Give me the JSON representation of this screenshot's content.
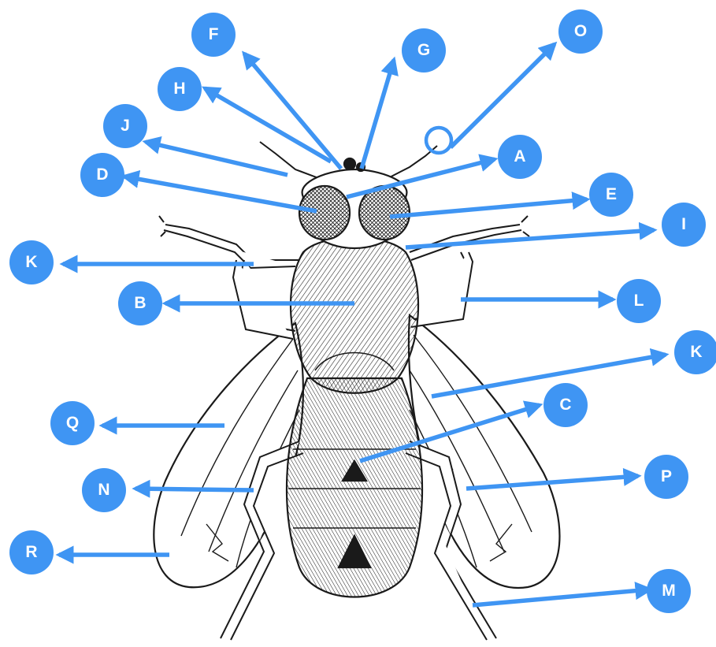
{
  "colors": {
    "accent": "#3f95f3",
    "ink": "#1a1a1a",
    "background": "#ffffff"
  },
  "subject": "fly-illustration",
  "labels": {
    "A": "A",
    "B": "B",
    "C": "C",
    "D": "D",
    "E": "E",
    "F": "F",
    "G": "G",
    "H": "H",
    "I": "I",
    "J": "J",
    "K_left": "K",
    "K_right": "K",
    "L": "L",
    "M": "M",
    "N": "N",
    "O": "O",
    "P": "P",
    "Q": "Q",
    "R": "R"
  }
}
